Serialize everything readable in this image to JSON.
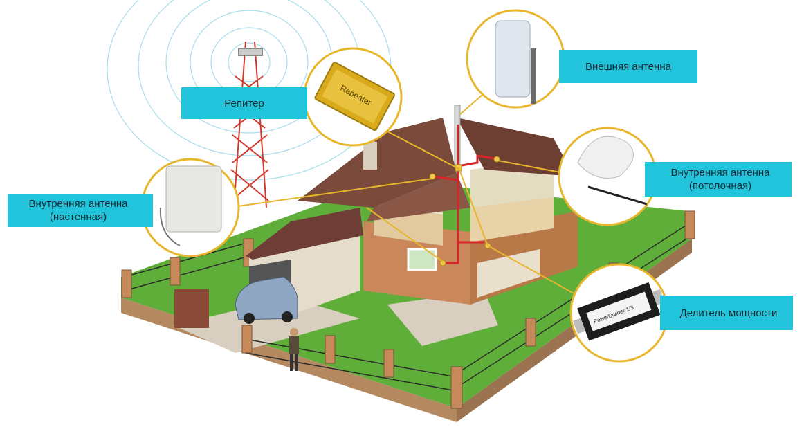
{
  "labels": {
    "repeater": "Репитер",
    "outer_antenna": "Внешняя антенна",
    "ceiling_antenna_line1": "Внутренняя антенна",
    "ceiling_antenna_line2": "(потолочная)",
    "wall_antenna_line1": "Внутренняя антенна",
    "wall_antenna_line2": "(настенная)",
    "splitter": "Делитель мощности"
  },
  "device_text": {
    "repeater_case": "Repeater",
    "splitter_case": "PowerDivider 1/3"
  },
  "colors": {
    "label_bg": "#22c4dc",
    "leader_line": "#e8b62c",
    "cable": "#d9242a",
    "grass": "#5fae3a",
    "roof": "#7a4a3a",
    "brick": "#c9875a"
  }
}
